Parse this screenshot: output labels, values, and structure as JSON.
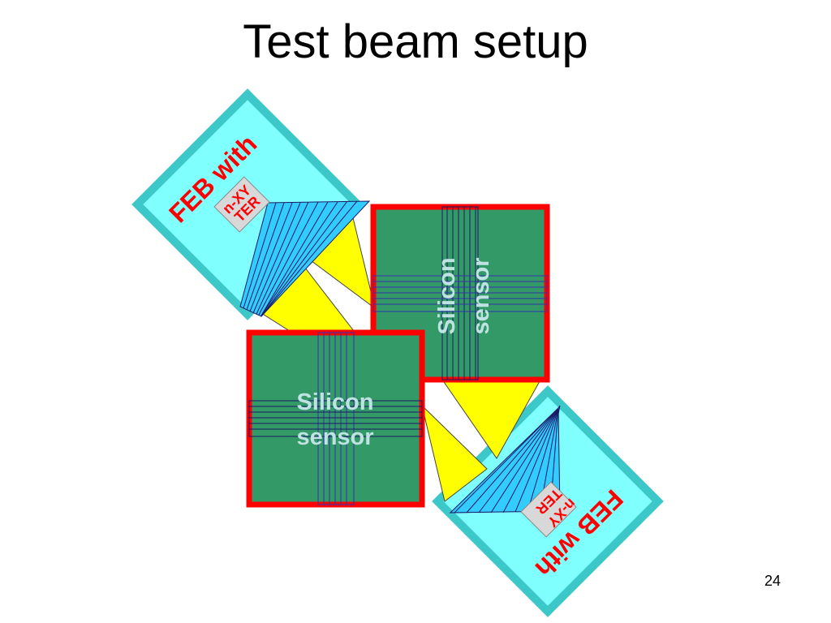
{
  "slide": {
    "title": "Test beam setup",
    "page_number": "24"
  },
  "diagram": {
    "feb_top": {
      "label": "FEB with",
      "chip_line1": "n-XY",
      "chip_line2": "TER"
    },
    "feb_bottom": {
      "label": "FEB with",
      "chip_line1": "n-XY",
      "chip_line2": "TER"
    },
    "sensor_top": {
      "line1": "Silicon",
      "line2": "sensor"
    },
    "sensor_bottom": {
      "line1": "Silicon",
      "line2": "sensor"
    },
    "colors": {
      "feb_board_border": "#3cc8c8",
      "feb_board_fill": "#80ffff",
      "sensor_border": "#ff0000",
      "sensor_fill": "#339966",
      "cable_fill": "#ffff00",
      "fanout_fill": "#33ccff",
      "chip_fill": "#d8d8d8",
      "label_red": "#ff0000",
      "sensor_text": "#bfe3e3"
    }
  }
}
